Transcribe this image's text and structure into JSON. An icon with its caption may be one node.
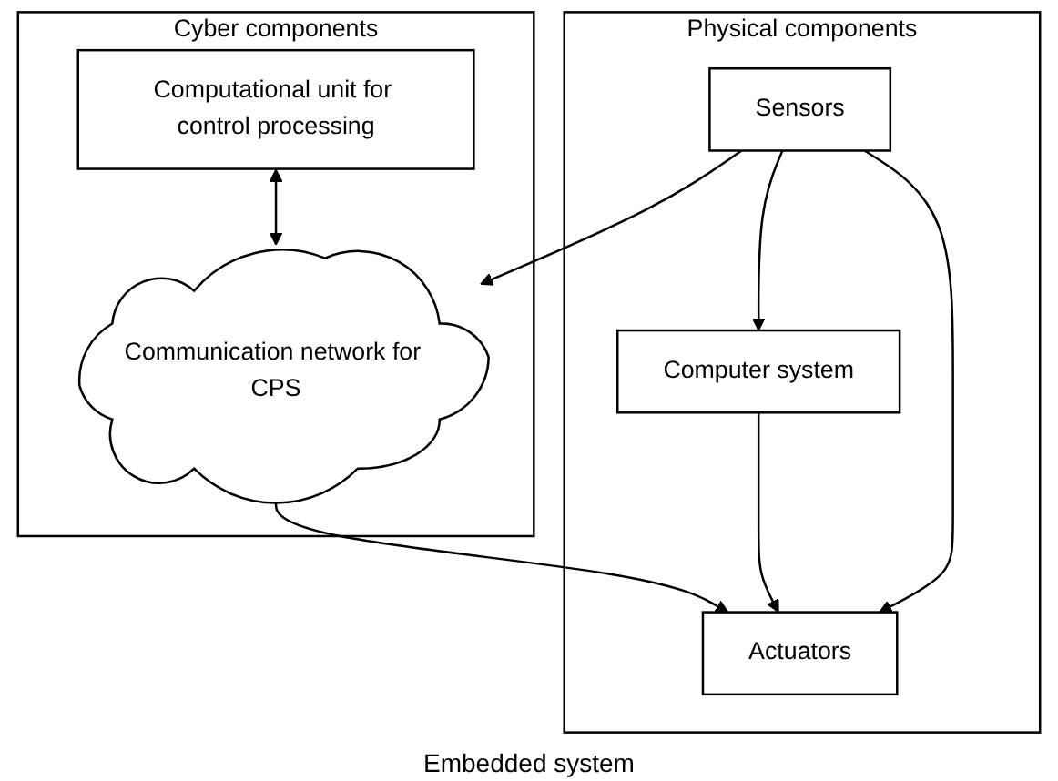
{
  "diagram": {
    "nodes": [
      {
        "text": [
          "Cyber components"
        ]
      },
      {
        "text": [
          "Computational unit for control processing"
        ],
        "in": 0
      },
      {
        "text": [
          "Communication network for CPS"
        ],
        "in": 0
      },
      {
        "text": [
          "Physical components"
        ]
      },
      {
        "text": [
          "Computer system"
        ],
        "in": 3
      },
      {
        "text": [
          "Sensors"
        ],
        "in": 3
      },
      {
        "text": [
          "Actuators"
        ],
        "in": 3
      }
    ],
    "edges": [
      {
        "from": 1,
        "to": 2,
        "arrow": "both"
      },
      {
        "from": 2,
        "to": 6,
        "arrow": "to"
      },
      {
        "from": 5,
        "to": 2,
        "arrow": "to"
      },
      {
        "from": 5,
        "to": 4,
        "arrow": "to"
      },
      {
        "from": 4,
        "to": 6,
        "arrow": "to"
      },
      {
        "from": 5,
        "to": 6,
        "arrow": "to"
      }
    ],
    "labels": [
      "Embedded system"
    ]
  }
}
